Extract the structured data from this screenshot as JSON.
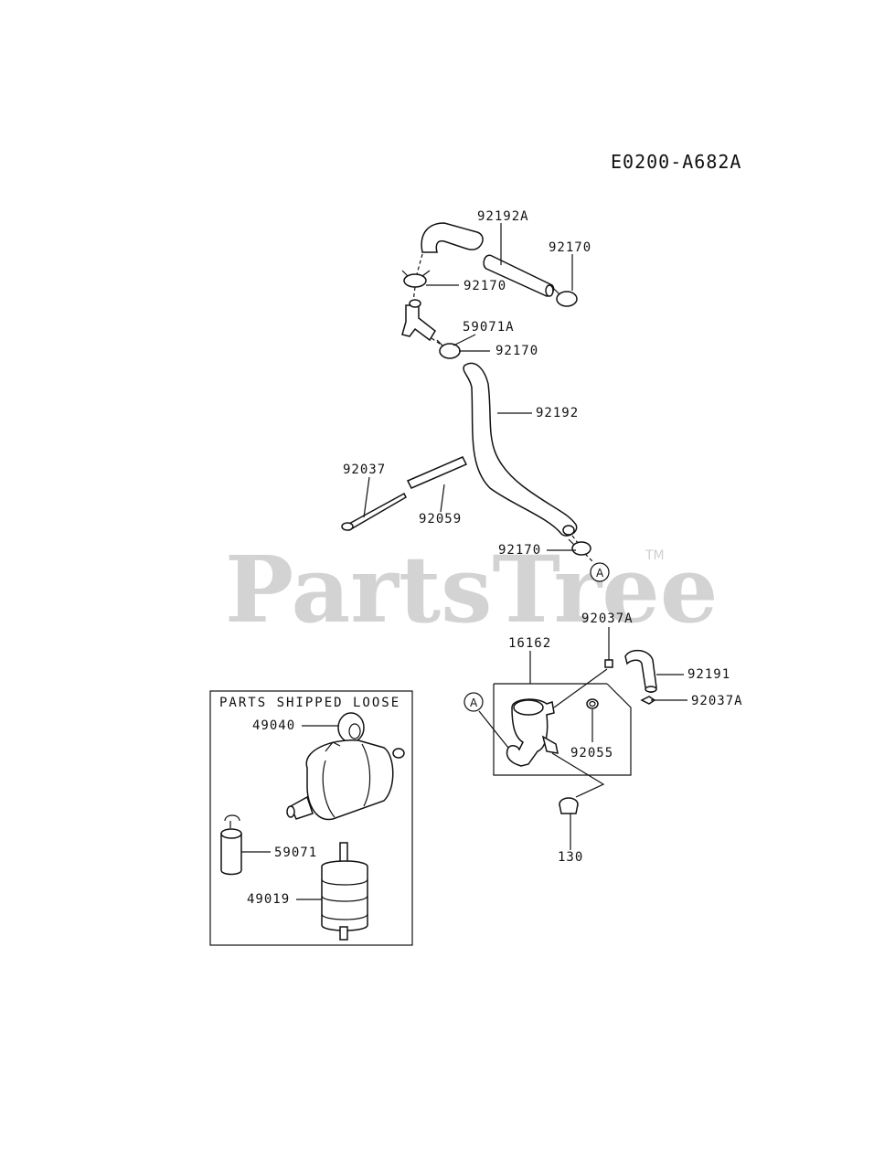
{
  "diagram_code": "E0200-A682A",
  "watermark": {
    "text": "PartsTree",
    "tm": "TM"
  },
  "box_title": "PARTS SHIPPED LOOSE",
  "ref_marker": "A",
  "labels": {
    "p92192A": "92192A",
    "p92170_a": "92170",
    "p92170_b": "92170",
    "p59071A": "59071A",
    "p92170_c": "92170",
    "p92192": "92192",
    "p92037": "92037",
    "p92059": "92059",
    "p92170_d": "92170",
    "p92037A_a": "92037A",
    "p16162": "16162",
    "p92191": "92191",
    "p92037A_b": "92037A",
    "p92055": "92055",
    "p130": "130",
    "p49040": "49040",
    "p59071": "59071",
    "p49019": "49019"
  }
}
